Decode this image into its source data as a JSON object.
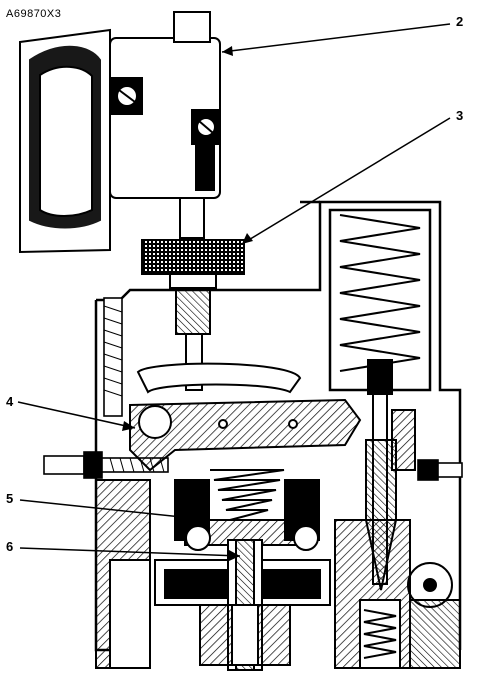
{
  "figure": {
    "id_label": "A69870X3",
    "callouts": [
      {
        "number": "2"
      },
      {
        "number": "3"
      },
      {
        "number": "4"
      },
      {
        "number": "5"
      },
      {
        "number": "6"
      }
    ]
  },
  "colors": {
    "ink": "#000000",
    "paper": "#ffffff"
  }
}
